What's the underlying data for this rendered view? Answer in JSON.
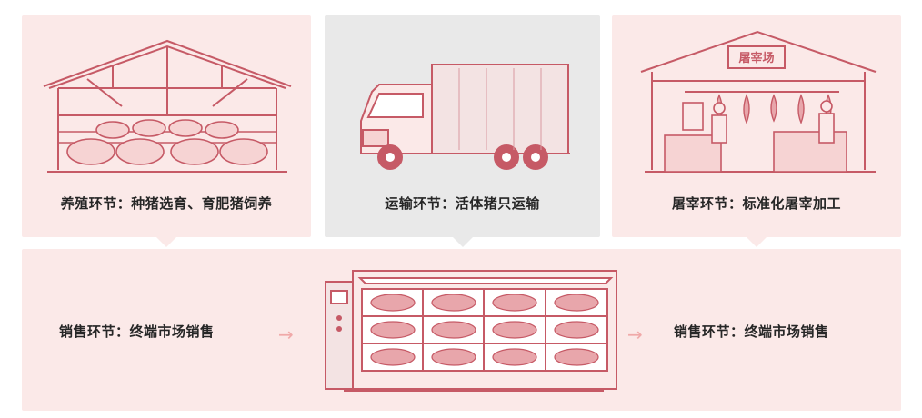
{
  "stages": [
    {
      "caption": "养殖环节：种猪选育、育肥猪饲养",
      "icon": "pig-farm-icon"
    },
    {
      "caption": "运输环节：活体猪只运输",
      "icon": "truck-icon"
    },
    {
      "caption": "屠宰环节：标准化屠宰加工",
      "sign": "屠宰场",
      "icon": "slaughterhouse-icon"
    }
  ],
  "sales": {
    "left_label": "销售环节：终端市场销售",
    "right_label": "销售环节：终端市场销售",
    "icon": "meat-display-case-icon"
  },
  "colors": {
    "accent": "#c65a66",
    "panel_pink": "#fbe9e8",
    "panel_gray": "#e9e9e9",
    "arrow": "#f0a9a9"
  }
}
